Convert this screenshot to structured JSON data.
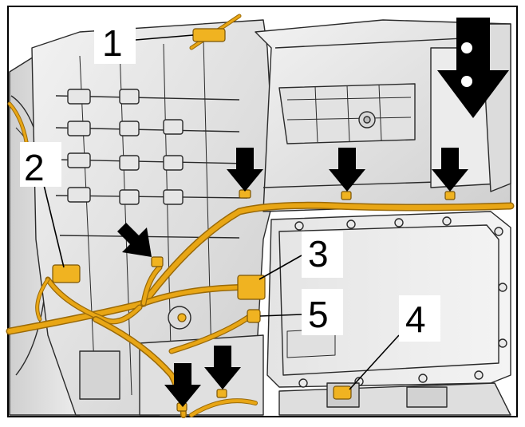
{
  "figure": {
    "callouts": [
      {
        "id": "1",
        "label": "1"
      },
      {
        "id": "2",
        "label": "2"
      },
      {
        "id": "3",
        "label": "3"
      },
      {
        "id": "4",
        "label": "4"
      },
      {
        "id": "5",
        "label": "5"
      }
    ],
    "colors": {
      "harness": "#e8a615",
      "harness_edge": "#9a6a08",
      "metal_light": "#ececec",
      "metal_mid": "#d6d6d6",
      "metal_dark": "#b9b9b9",
      "line": "#2a2a2a",
      "arrow": "#000000"
    },
    "icons": [
      "down-arrow-icon",
      "diagonal-arrow-icon",
      "double-down-arrow-icon"
    ]
  }
}
